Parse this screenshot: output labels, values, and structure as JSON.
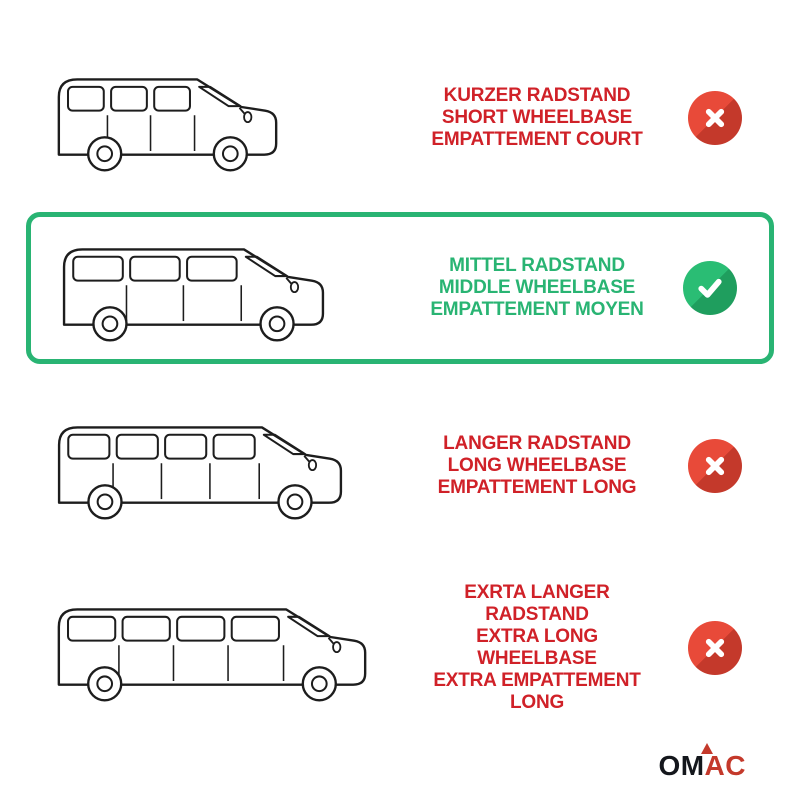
{
  "page": {
    "background": "#ffffff"
  },
  "colors": {
    "red_text": "#d02128",
    "green": "#29b473",
    "icon_red": "#e84a39",
    "icon_red_dark": "#c4392b",
    "icon_green": "#2abd74",
    "icon_green_dark": "#1f9e5e"
  },
  "rows": [
    {
      "id": "short-wheelbase",
      "lines": [
        "KURZER RADSTAND",
        "SHORT WHEELBASE",
        "EMPATTEMENT COURT"
      ],
      "status": "rejected",
      "icon": "cross-icon"
    },
    {
      "id": "middle-wheelbase",
      "lines": [
        "MITTEL RADSTAND",
        "MIDDLE WHEELBASE",
        "EMPATTEMENT MOYEN"
      ],
      "status": "selected",
      "icon": "check-icon"
    },
    {
      "id": "long-wheelbase",
      "lines": [
        "LANGER RADSTAND",
        "LONG WHEELBASE",
        "EMPATTEMENT LONG"
      ],
      "status": "rejected",
      "icon": "cross-icon"
    },
    {
      "id": "extra-long-wheelbase",
      "lines": [
        "EXRTA LANGER RADSTAND",
        "EXTRA LONG WHEELBASE",
        "EXTRA EMPATTEMENT LONG"
      ],
      "status": "rejected",
      "icon": "cross-icon"
    }
  ],
  "logo": {
    "text_black": "OM",
    "text_red": "AC"
  }
}
